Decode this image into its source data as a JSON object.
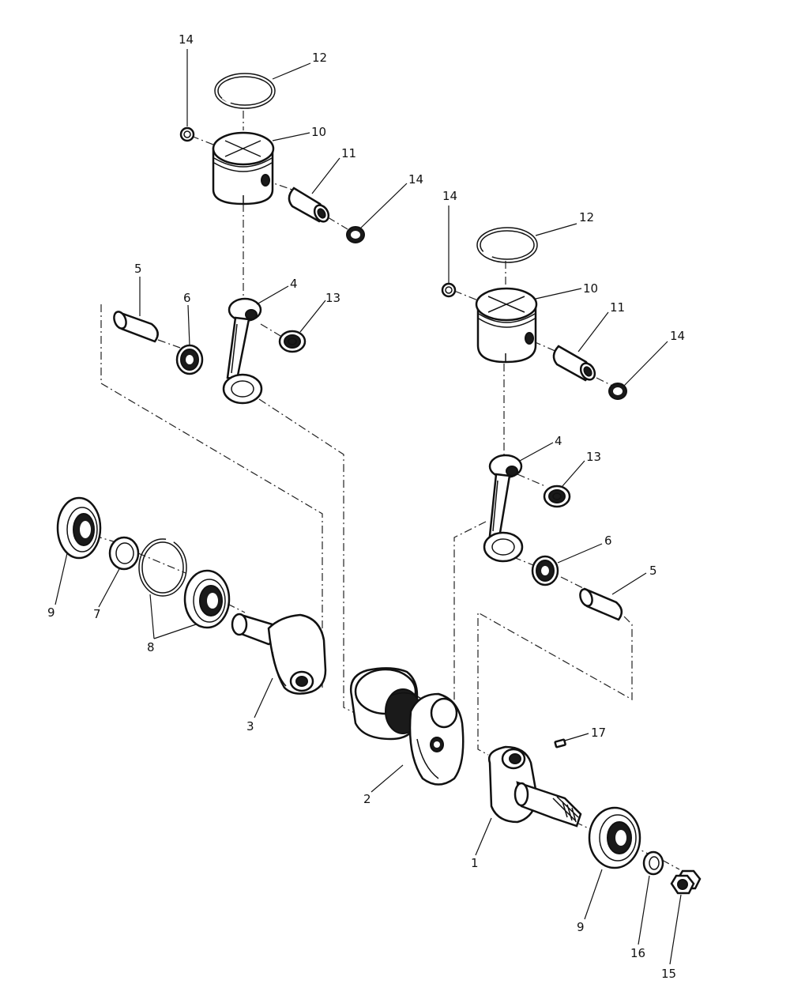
{
  "diagram": {
    "labels": {
      "upper_left": {
        "retainer_ring_left": "14",
        "piston_ring": "12",
        "piston": "10",
        "piston_pin": "11",
        "retainer_ring_right": "14",
        "crank_pin": "5",
        "bearing_big_end": "6",
        "connecting_rod": "4",
        "needle_bearing": "13"
      },
      "upper_right": {
        "retainer_ring_left": "14",
        "piston_ring": "12",
        "piston": "10",
        "piston_pin": "11",
        "retainer_ring_right": "14",
        "connecting_rod": "4",
        "needle_bearing": "13",
        "bearing_big_end": "6",
        "crank_pin": "5"
      },
      "lower": {
        "main_bearing_left": "9",
        "seal_washer": "7",
        "snap_rings": "8",
        "crank_half_left": "3",
        "crank_center": "2",
        "crank_half_right": "1",
        "woodruff_key": "17",
        "main_bearing_right": "9",
        "lock_washer": "16",
        "nut": "15"
      }
    }
  }
}
